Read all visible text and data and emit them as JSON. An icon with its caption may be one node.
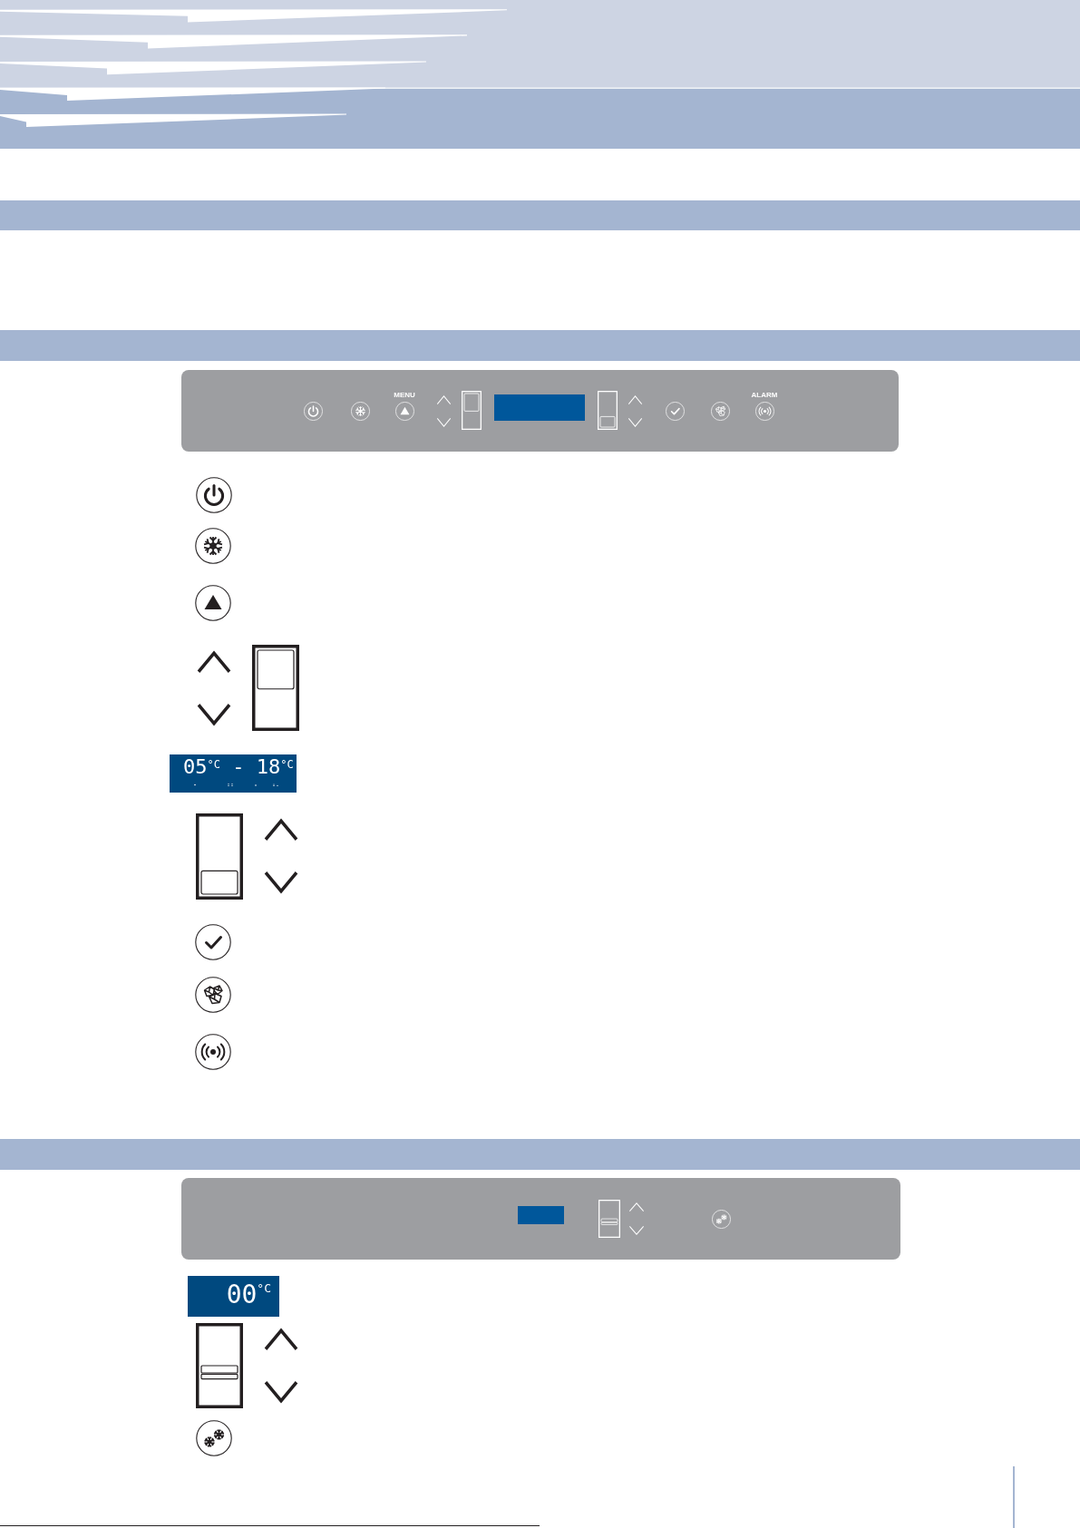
{
  "diagram": {
    "nodes": [
      {
        "text": [],
        "shape": "bar"
      },
      {
        "text": [],
        "shape": "bar"
      },
      {
        "text": [],
        "shape": "box"
      },
      {
        "text": [
          "05$^{°C}$ - 18$^{°C}$"
        ]
      },
      {
        "text": [],
        "shape": "bar"
      },
      {
        "text": [],
        "shape": "box"
      },
      {
        "text": [
          "00$^{°C}$"
        ]
      }
    ],
    "labels": [
      "MENU",
      "ALARM"
    ]
  }
}
